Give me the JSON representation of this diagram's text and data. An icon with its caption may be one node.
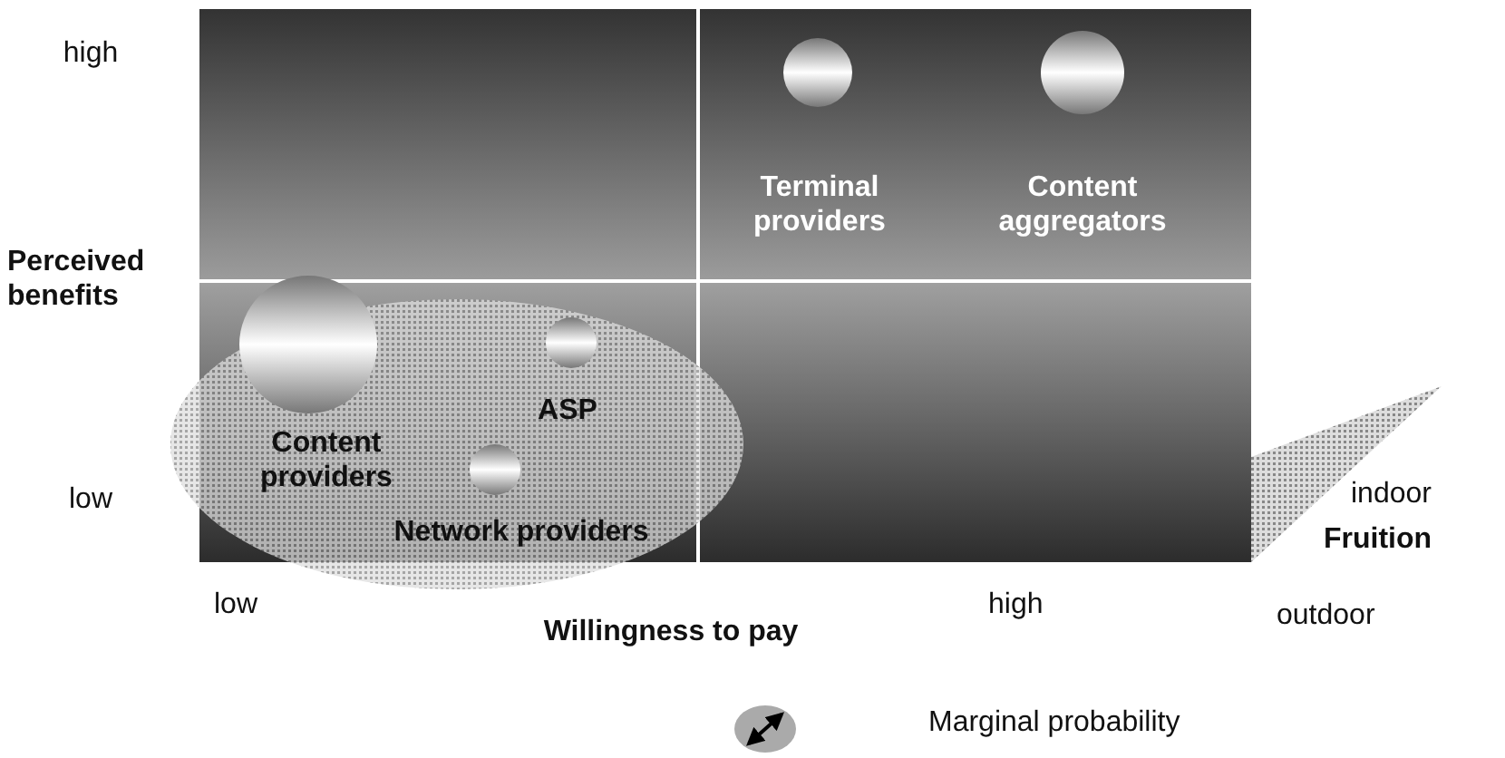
{
  "diagram": {
    "labels": [
      "high",
      "Terminal providers",
      "Content aggregators",
      "Perceived benefits",
      "ASP",
      "Content providers",
      "low",
      "Network providers",
      "indoor",
      "Fruition",
      "low",
      "high",
      "outdoor",
      "Willingness to pay"
    ],
    "legend": [
      {
        "text": "Marginal probability"
      }
    ]
  }
}
